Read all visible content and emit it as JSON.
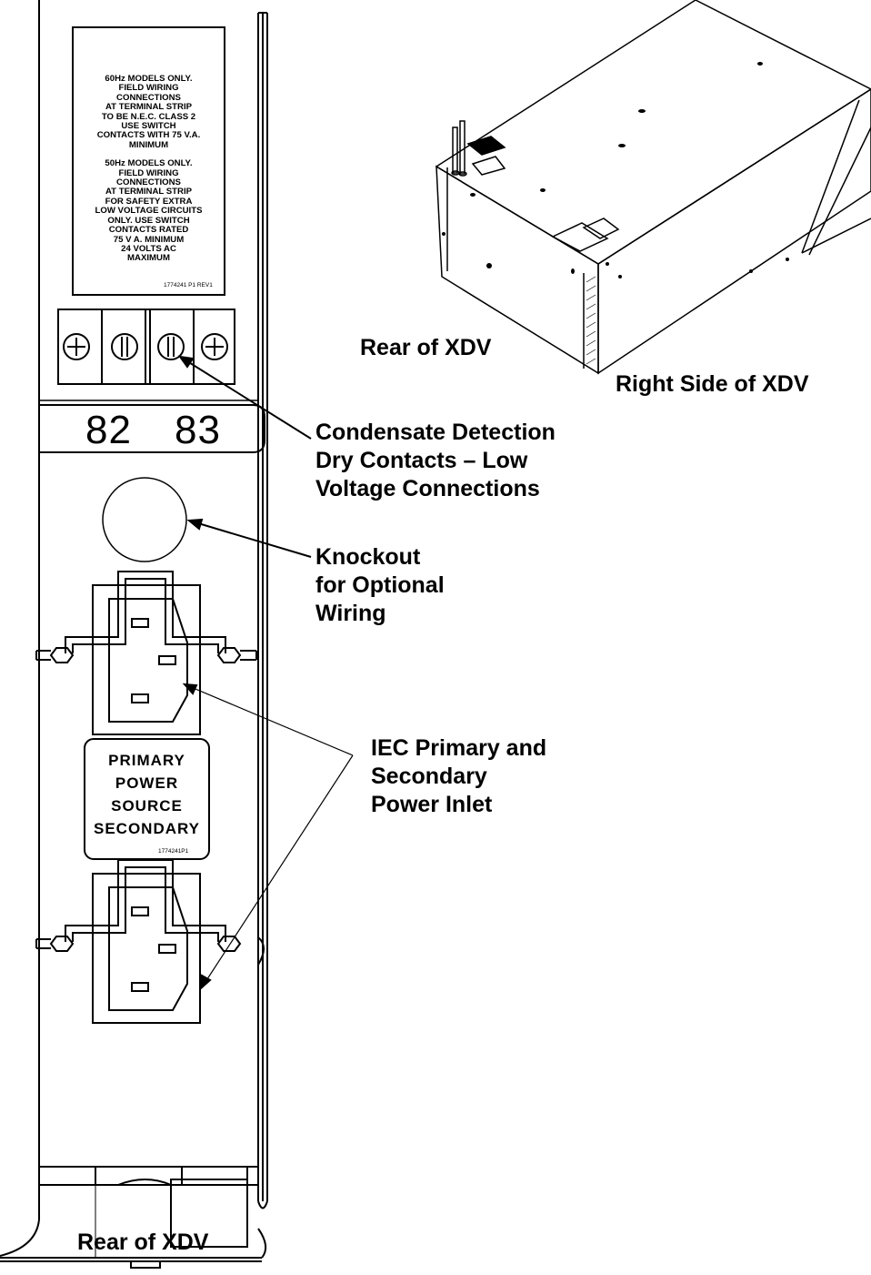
{
  "warning_label": {
    "lines_60hz": [
      "60Hz MODELS ONLY.",
      "FIELD WIRING",
      "CONNECTIONS",
      "AT TERMINAL STRIP",
      "TO BE N.E.C. CLASS 2",
      "USE SWITCH",
      "CONTACTS WITH 75 V.A.",
      "MINIMUM"
    ],
    "lines_50hz": [
      "50Hz MODELS ONLY.",
      "FIELD WIRING",
      "CONNECTIONS",
      "AT TERMINAL STRIP",
      "FOR SAFETY EXTRA",
      "LOW VOLTAGE CIRCUITS",
      "ONLY. USE SWITCH",
      "CONTACTS RATED",
      "75 V A. MINIMUM",
      "24 VOLTS AC",
      "MAXIMUM"
    ],
    "part_number": "1774241  P1  REV1"
  },
  "terminals": {
    "left": "82",
    "right": "83"
  },
  "power_tag": {
    "lines": [
      "PRIMARY",
      "POWER",
      "SOURCE",
      "SECONDARY"
    ],
    "part_number": "1774241P1"
  },
  "callouts": {
    "condensate": [
      "Condensate Detection",
      "Dry Contacts  – Low",
      "Voltage Connections"
    ],
    "knockout": [
      "Knockout",
      "for Optional",
      "Wiring"
    ],
    "iec": [
      "IEC Primary and",
      "Secondary",
      "Power Inlet"
    ]
  },
  "captions": {
    "rear_bottom": "Rear of XDV",
    "rear_iso": "Rear of XDV",
    "right_iso": "Right Side of XDV"
  }
}
